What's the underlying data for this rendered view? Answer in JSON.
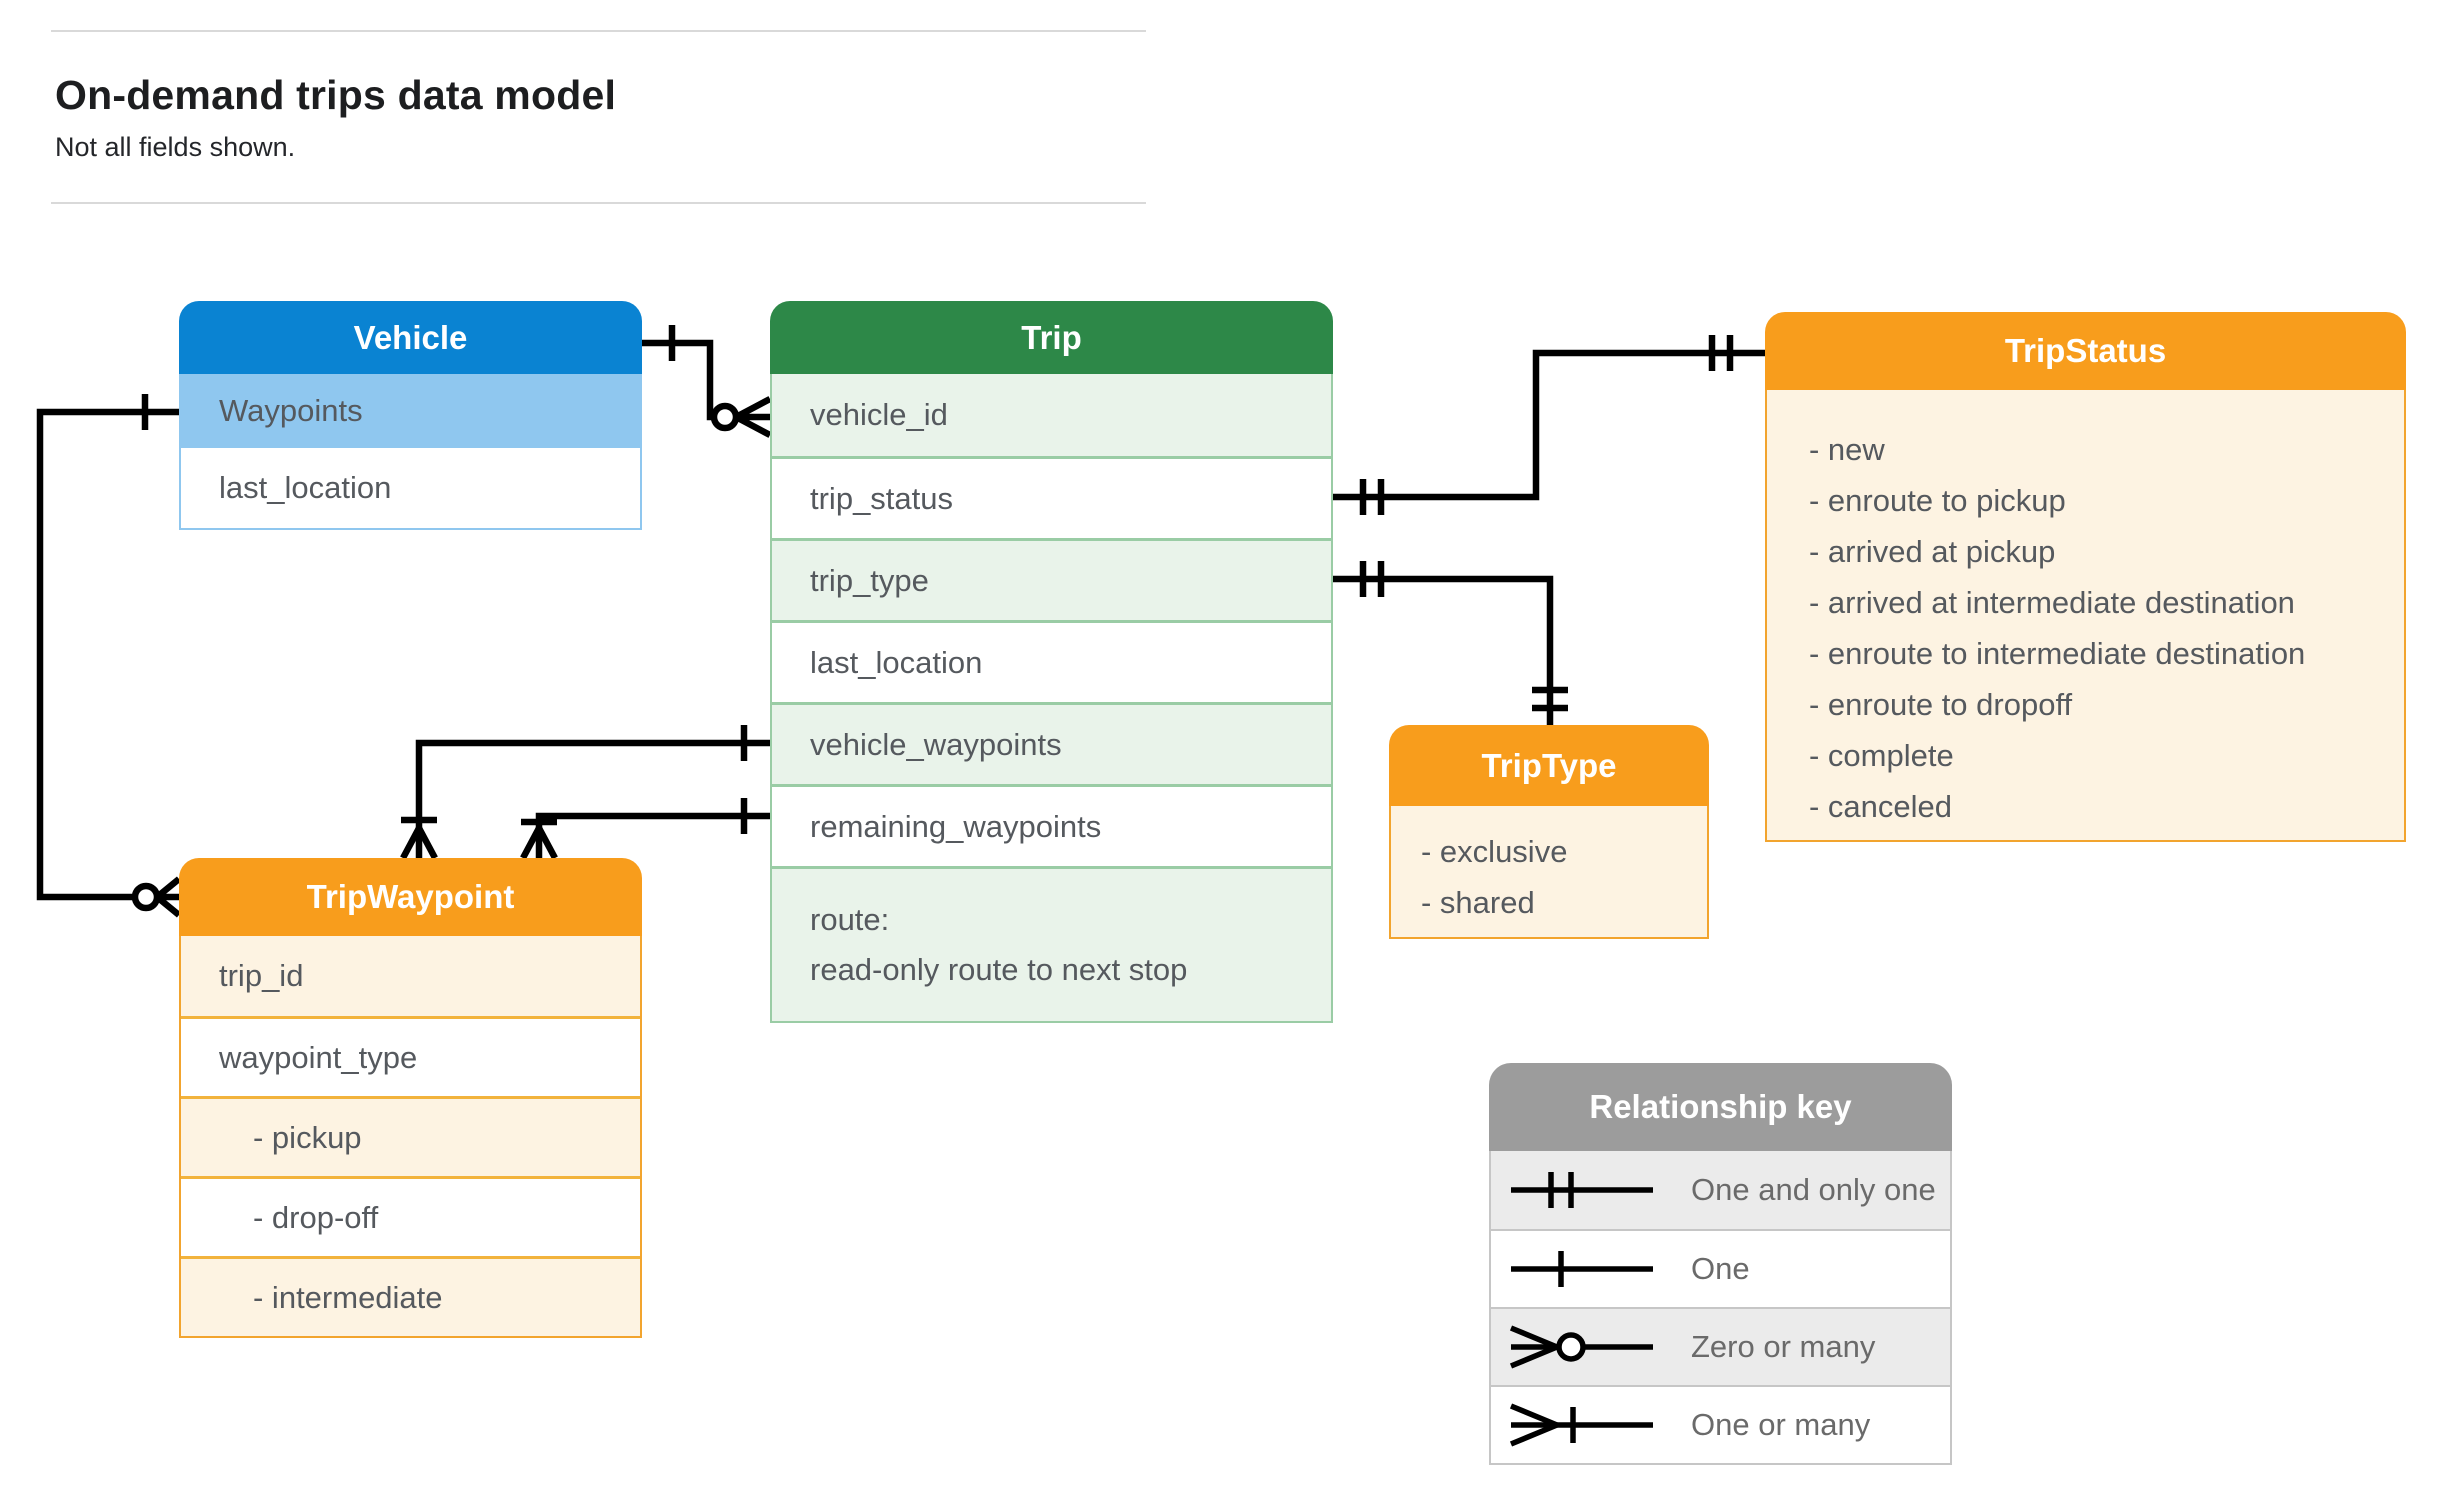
{
  "page": {
    "title": "On-demand trips data model",
    "subtitle": "Not all fields shown."
  },
  "entities": {
    "vehicle": {
      "title": "Vehicle",
      "fields": {
        "waypoints": "Waypoints",
        "last_location": "last_location"
      }
    },
    "trip": {
      "title": "Trip",
      "fields": {
        "vehicle_id": "vehicle_id",
        "trip_status": "trip_status",
        "trip_type": "trip_type",
        "last_location": "last_location",
        "vehicle_waypoints": "vehicle_waypoints",
        "remaining_waypoints": "remaining_waypoints",
        "route_line1": "route:",
        "route_line2": "read-only route to next stop"
      }
    },
    "trip_status": {
      "title": "TripStatus",
      "values": [
        "- new",
        "- enroute to pickup",
        "- arrived at pickup",
        "- arrived at intermediate destination",
        "- enroute to intermediate destination",
        "- enroute to dropoff",
        "- complete",
        "- canceled"
      ]
    },
    "trip_type": {
      "title": "TripType",
      "values": [
        "- exclusive",
        "- shared"
      ]
    },
    "trip_waypoint": {
      "title": "TripWaypoint",
      "fields": [
        "trip_id",
        "waypoint_type",
        "- pickup",
        "- drop-off",
        "- intermediate"
      ]
    }
  },
  "legend": {
    "title": "Relationship key",
    "items": [
      {
        "symbol": "one-and-only-one",
        "label": "One and only one"
      },
      {
        "symbol": "one",
        "label": "One"
      },
      {
        "symbol": "zero-or-many",
        "label": "Zero or many"
      },
      {
        "symbol": "one-or-many",
        "label": "One or many"
      }
    ]
  },
  "colors": {
    "vehicle_header": "#0a83d2",
    "vehicle_highlight": "#8fc7ef",
    "trip_header": "#2d8848",
    "trip_row_alt": "#e9f3ea",
    "trip_border": "#9acca5",
    "enum_header": "#f89d1c",
    "enum_body": "#fdf3e2",
    "enum_separator": "#f2b33c",
    "legend_header": "#9c9c9c",
    "legend_row_alt": "#ebebeb",
    "connector": "#000000",
    "field_text": "#55595e"
  }
}
